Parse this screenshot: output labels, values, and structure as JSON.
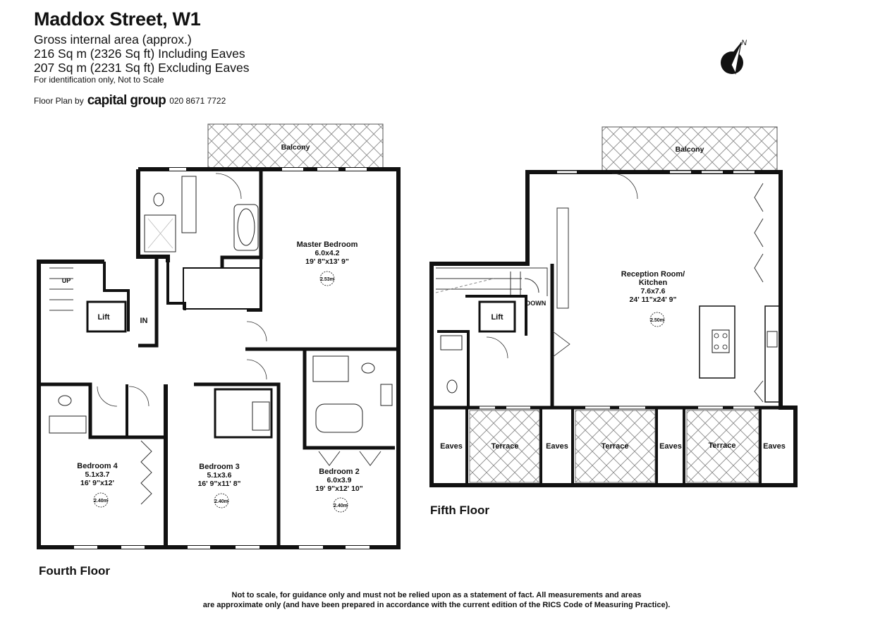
{
  "header": {
    "title": "Maddox Street, W1",
    "gia_label": "Gross internal area (approx.)",
    "area_incl": "216 Sq m (2326 Sq ft) Including Eaves",
    "area_excl": "207 Sq m (2231 Sq ft) Excluding Eaves",
    "note": "For identification only, Not to Scale",
    "credit_prefix": "Floor Plan by",
    "brand": "capital group",
    "phone": "020 8671 7722"
  },
  "compass": {
    "letter": "N"
  },
  "fourth_floor": {
    "label": "Fourth Floor",
    "balcony": "Balcony",
    "lift": "Lift",
    "up": "UP",
    "in": "IN",
    "master_bedroom": {
      "name": "Master Bedroom",
      "metric": "6.0x4.2",
      "imperial": "19' 8\"x13' 9\"",
      "height": "2.53m"
    },
    "bedroom4": {
      "name": "Bedroom 4",
      "metric": "5.1x3.7",
      "imperial": "16' 9\"x12'",
      "height": "2.40m"
    },
    "bedroom3": {
      "name": "Bedroom 3",
      "metric": "5.1x3.6",
      "imperial": "16' 9\"x11' 8\"",
      "height": "2.40m"
    },
    "bedroom2": {
      "name": "Bedroom 2",
      "metric": "6.0x3.9",
      "imperial": "19' 9\"x12' 10\"",
      "height": "2.40m"
    }
  },
  "fifth_floor": {
    "label": "Fifth Floor",
    "balcony": "Balcony",
    "lift": "Lift",
    "down": "DOWN",
    "reception": {
      "name_line1": "Reception Room/",
      "name_line2": "Kitchen",
      "metric": "7.6x7.6",
      "imperial": "24' 11\"x24' 9\"",
      "height": "2.50m"
    },
    "eaves": "Eaves",
    "terrace": "Terrace"
  },
  "disclaimer": {
    "line1": "Not to scale, for guidance only and must not be relied upon as a statement of fact.  All measurements and areas",
    "line2": "are approximate only (and have been prepared in accordance with the current edition of the RICS Code of Measuring Practice)."
  }
}
